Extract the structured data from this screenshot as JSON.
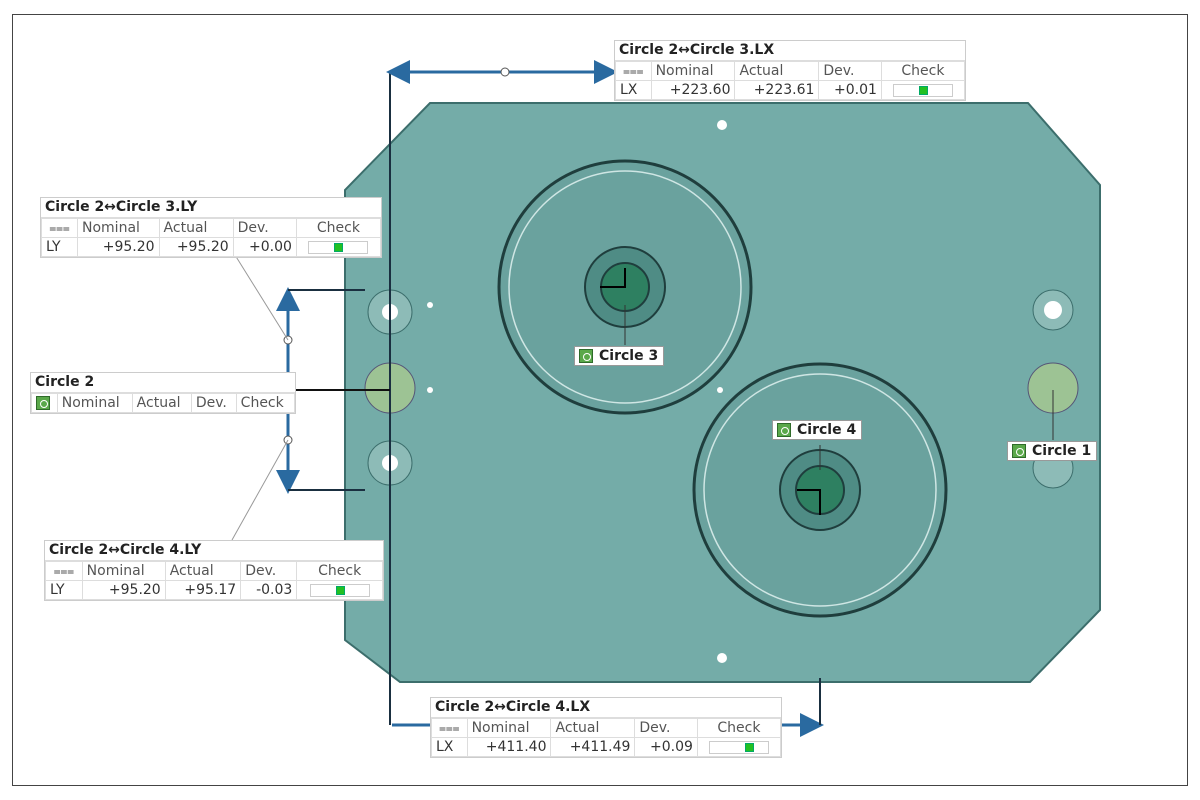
{
  "annotations": {
    "c23lx": {
      "title": "Circle 2↔Circle 3.LX",
      "axis": "LX",
      "nominal": "+223.60",
      "actual": "+223.61",
      "dev": "+0.01"
    },
    "c23ly": {
      "title": "Circle 2↔Circle 3.LY",
      "axis": "LY",
      "nominal": "+95.20",
      "actual": "+95.20",
      "dev": "+0.00"
    },
    "c24ly": {
      "title": "Circle 2↔Circle 4.LY",
      "axis": "LY",
      "nominal": "+95.20",
      "actual": "+95.17",
      "dev": "-0.03"
    },
    "c24lx": {
      "title": "Circle 2↔Circle 4.LX",
      "axis": "LX",
      "nominal": "+411.40",
      "actual": "+411.49",
      "dev": "+0.09"
    },
    "c2": {
      "title": "Circle 2"
    }
  },
  "headers": {
    "icon": "⩶",
    "nominal": "Nominal",
    "actual": "Actual",
    "dev": "Dev.",
    "check": "Check"
  },
  "labels": {
    "circle1": "Circle 1",
    "circle3": "Circle 3",
    "circle4": "Circle 4"
  },
  "colors": {
    "part": "#74aca8",
    "dimension_line": "#2a6aa0",
    "pass": "#22c022"
  }
}
